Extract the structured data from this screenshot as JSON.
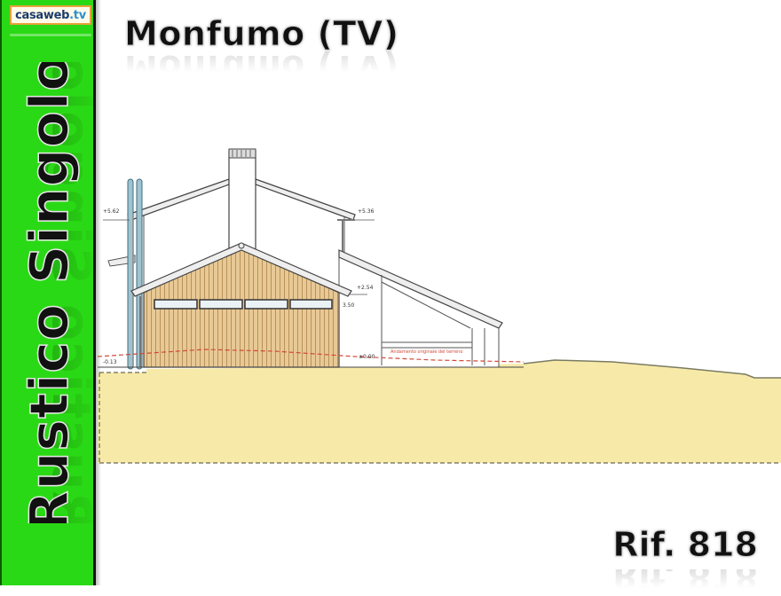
{
  "logo": {
    "name": "casaweb",
    "tld": ".tv"
  },
  "sidebar": {
    "title": "Rustico Singolo",
    "color": "#2ad915"
  },
  "header": {
    "title": "Monfumo (TV)"
  },
  "footer": {
    "reference": "Rif. 818"
  },
  "drawing": {
    "type": "architectural elevation",
    "elevations": {
      "left_eave": "+5.62",
      "right_eave": "+5.36",
      "annex_eave": "+2.54",
      "annex_height_note": "3.50",
      "ground_left": "-0.13",
      "ground_right": "±0.00"
    },
    "annotation": "Andamento originale del terreno",
    "colors": {
      "ground": "#f7e9a6",
      "cladding": "#e3c28c",
      "dashed_line": "#d04a3a",
      "pipe": "#6fa3b8"
    }
  }
}
